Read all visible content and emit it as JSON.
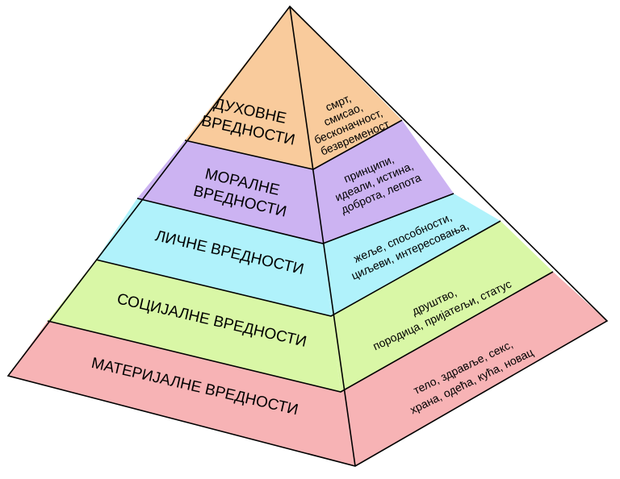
{
  "pyramid": {
    "levels": [
      {
        "name_lines": [
          "ДУХОВНЕ",
          "ВРЕДНОСТИ"
        ],
        "desc_lines": [
          "смрт,",
          "смисао,",
          "бесконачност,",
          "безвременост"
        ],
        "color_front": "#F9CB9C",
        "color_side": "#F9CB9C"
      },
      {
        "name_lines": [
          "МОРАЛНЕ",
          "ВРЕДНОСТИ"
        ],
        "desc_lines": [
          "принципи,",
          "идеали, истина,",
          "доброта, лепота"
        ],
        "color_front": "#CCB3F2",
        "color_side": "#CCB3F2"
      },
      {
        "name_lines": [
          "ЛИЧНЕ ВРЕДНОСТИ"
        ],
        "desc_lines": [
          "жеље, способности,",
          "циљеви, интересовања,"
        ],
        "color_front": "#B0F2FB",
        "color_side": "#B0F2FB"
      },
      {
        "name_lines": [
          "СОЦИЈАЛНЕ ВРЕДНОСТИ"
        ],
        "desc_lines": [
          "друштво,",
          "породица, пријатељи, статус"
        ],
        "color_front": "#D9F7A6",
        "color_side": "#D9F7A6"
      },
      {
        "name_lines": [
          "МАТЕРИЈАЛНЕ ВРЕДНОСТИ"
        ],
        "desc_lines": [
          "тело, здравље, секс,",
          "храна, одећа, кућа, новац"
        ],
        "color_front": "#F7B3B5",
        "color_side": "#F7B3B5"
      }
    ]
  }
}
